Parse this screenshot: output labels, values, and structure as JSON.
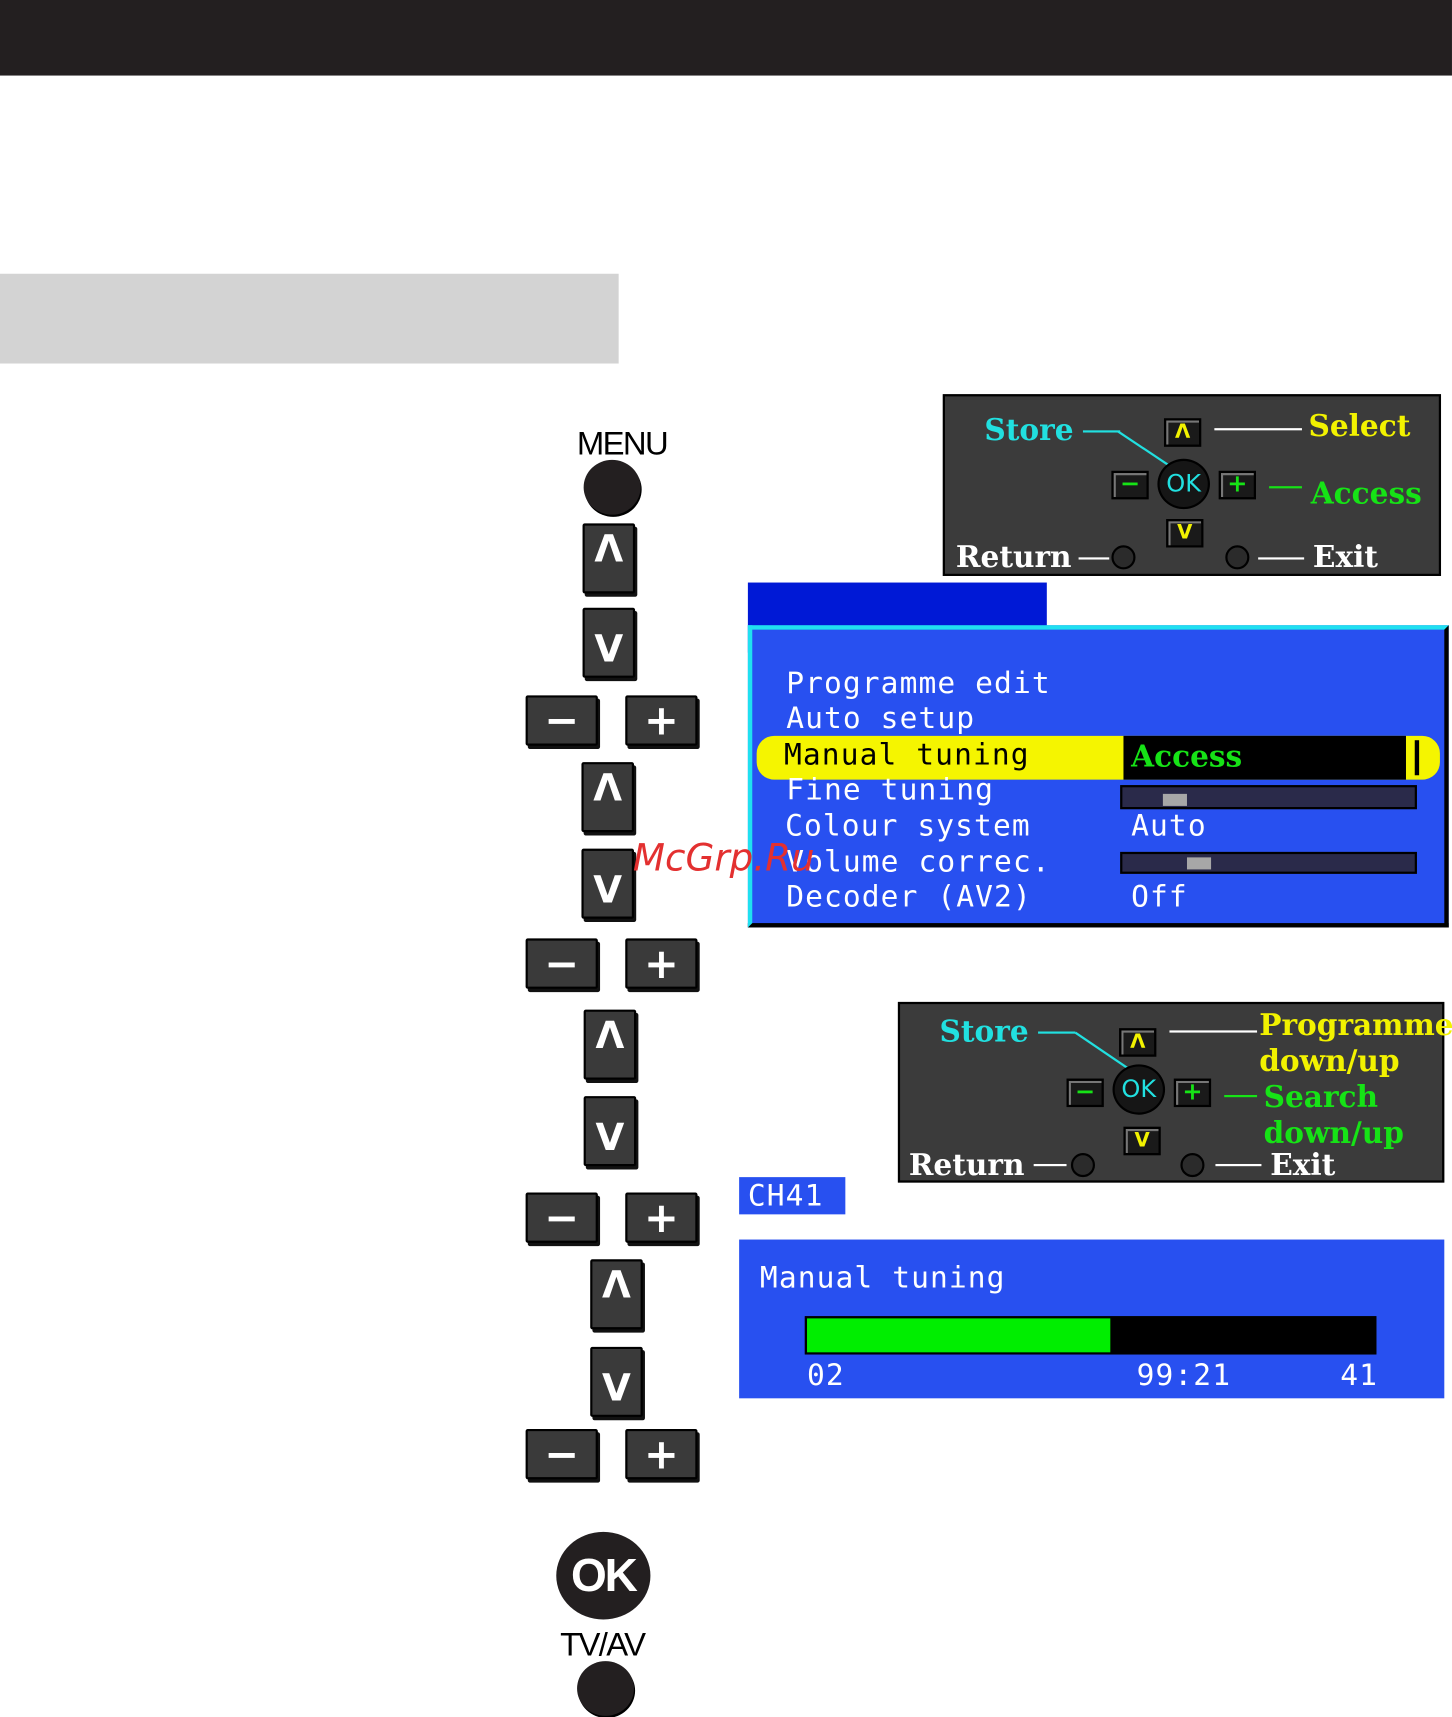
{
  "watermark": "McGrp.Ru",
  "remote": {
    "menu_label": "MENU",
    "up_glyph": "Λ",
    "down_glyph": "V",
    "minus_glyph": "−",
    "plus_glyph": "+",
    "ok_label": "OK",
    "tvav_label": "TV/AV"
  },
  "hint_panel_1": {
    "store": "Store",
    "select": "Select",
    "access": "Access",
    "return": "Return",
    "exit": "Exit",
    "ok": "OK",
    "up": "Λ",
    "down": "V",
    "minus": "−",
    "plus": "+"
  },
  "tuning_menu": {
    "items": [
      "Programme edit",
      "Auto setup",
      "Manual tuning",
      "Fine tuning",
      "Colour system",
      "Volume correc.",
      "Decoder (AV2)"
    ],
    "selected_index": 2,
    "values": {
      "manual_tuning": "Access",
      "colour_system": "Auto",
      "decoder": "Off"
    },
    "fine_tuning_level": 0.15,
    "volume_correction_level": 0.24
  },
  "hint_panel_2": {
    "store": "Store",
    "programme": "Programme",
    "programme_sub": "down/up",
    "search": "Search",
    "search_sub": "down/up",
    "return": "Return",
    "exit": "Exit",
    "ok": "OK",
    "up": "Λ",
    "down": "V",
    "minus": "−",
    "plus": "+"
  },
  "channel_badge": "CH41",
  "manual_tuning_panel": {
    "title": "Manual tuning",
    "progress": 0.535,
    "programme": "02",
    "frequency": "99:21",
    "channel": "41"
  },
  "colors": {
    "menu_blue": "#2850f0",
    "menu_tab": "#0019d6",
    "highlight_yellow": "#f5f500",
    "progress_green": "#00ee00",
    "hint_cyan": "#21e0e0",
    "hint_yellow": "#f2f200",
    "hint_green": "#16e316"
  }
}
